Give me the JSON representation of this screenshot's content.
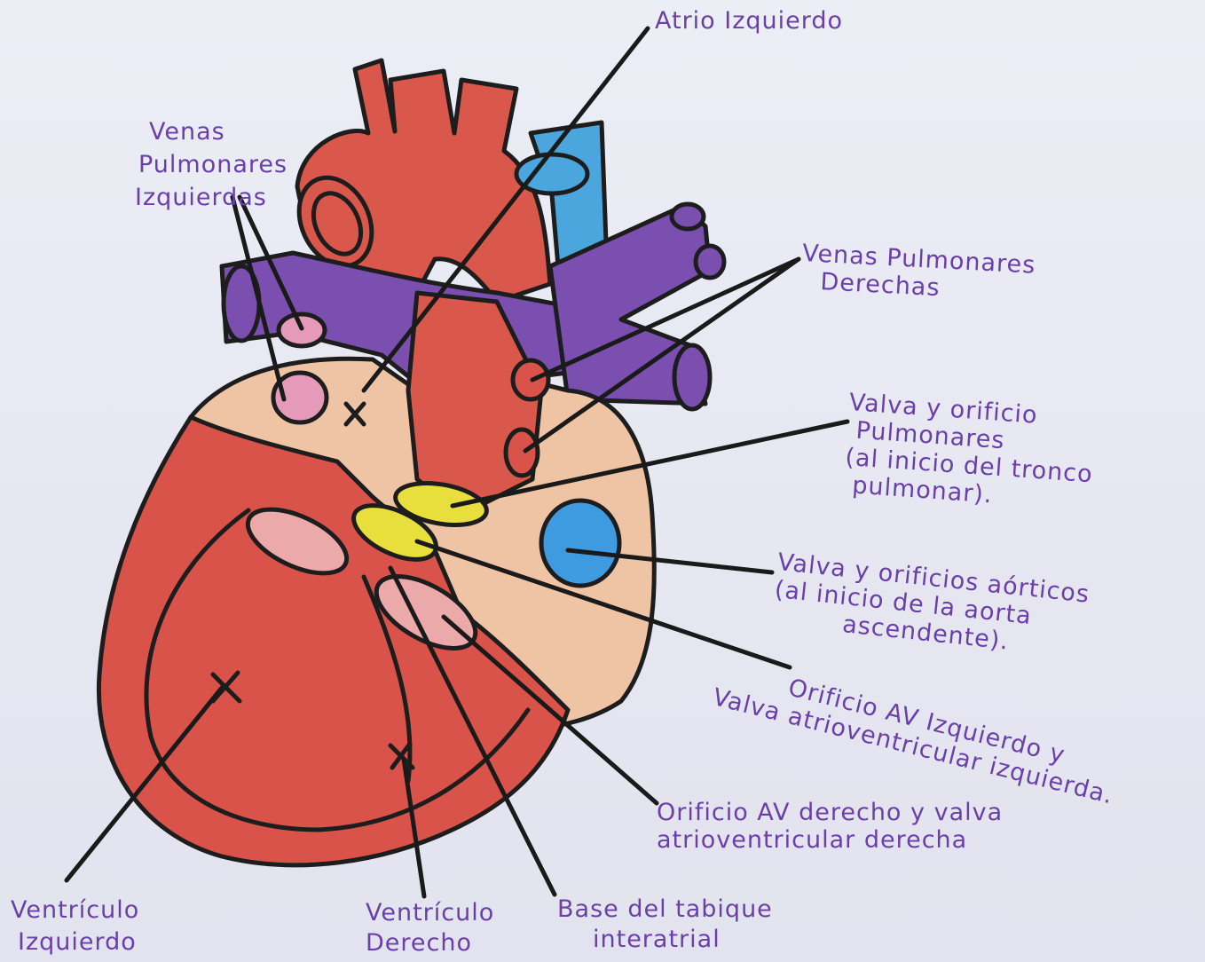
{
  "labels": {
    "atrio_izquierdo": "Atrio Izquierdo",
    "venas_pulmonares_izquierdas": [
      "Venas",
      "Pulmonares",
      "Izquierdas"
    ],
    "venas_pulmonares_derechas": [
      "Venas Pulmonares",
      "Derechas"
    ],
    "valva_pulmonar": [
      "Valva y orificio",
      "Pulmonares",
      "(al inicio del tronco",
      "pulmonar)."
    ],
    "valva_aortica": [
      "Valva y orificios aórticos",
      "(al inicio de la aorta",
      "ascendente)."
    ],
    "orificio_av_izquierdo": [
      "Orificio AV Izquierdo y",
      "Valva atrioventricular izquierda."
    ],
    "orificio_av_derecho": [
      "Orificio AV derecho y valva",
      "atrioventricular derecha"
    ],
    "ventriculo_izquierdo": [
      "Ventrículo",
      "Izquierdo"
    ],
    "ventriculo_derecho": [
      "Ventrículo",
      "Derecho"
    ],
    "base_tabique": [
      "Base del tabique",
      "interatrial"
    ]
  },
  "colors": {
    "ink": "#6a3fa8",
    "ventricles": "#d9534a",
    "aorta": "#d9574b",
    "atria": "#efc4a4",
    "pulmonary_veins": "#7a4fb0",
    "vena_cava": "#4aa6dc",
    "valve_yellow": "#e8df3c",
    "valve_pink": "#eba9aa",
    "valve_blue": "#3f9be0"
  }
}
